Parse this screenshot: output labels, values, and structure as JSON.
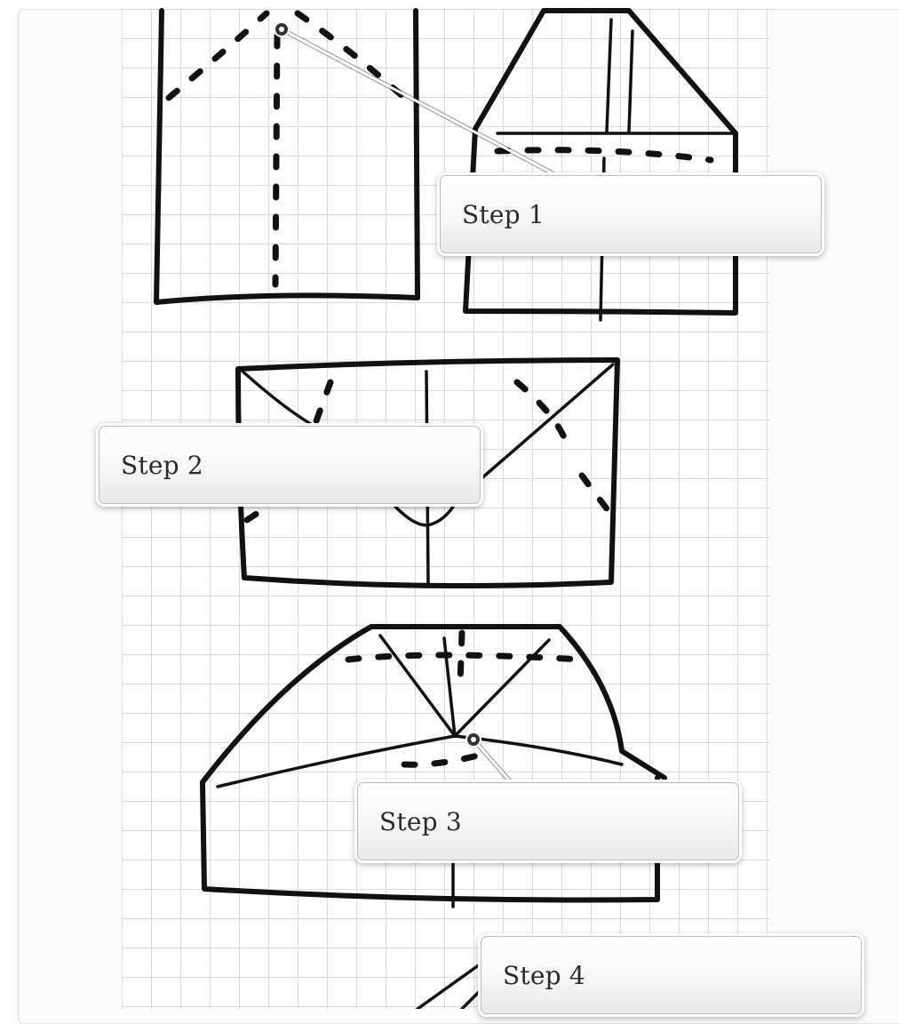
{
  "hotspots": [
    {
      "label": "Step 1"
    },
    {
      "label": "Step 2"
    },
    {
      "label": "Step 3"
    },
    {
      "label": "Step 4"
    }
  ],
  "colors": {
    "ink": "#111111",
    "grid": "#dcdcdc",
    "callout_top": "#ffffff",
    "callout_bottom": "#e9e9e9",
    "callout_text": "#2a2a2a"
  }
}
